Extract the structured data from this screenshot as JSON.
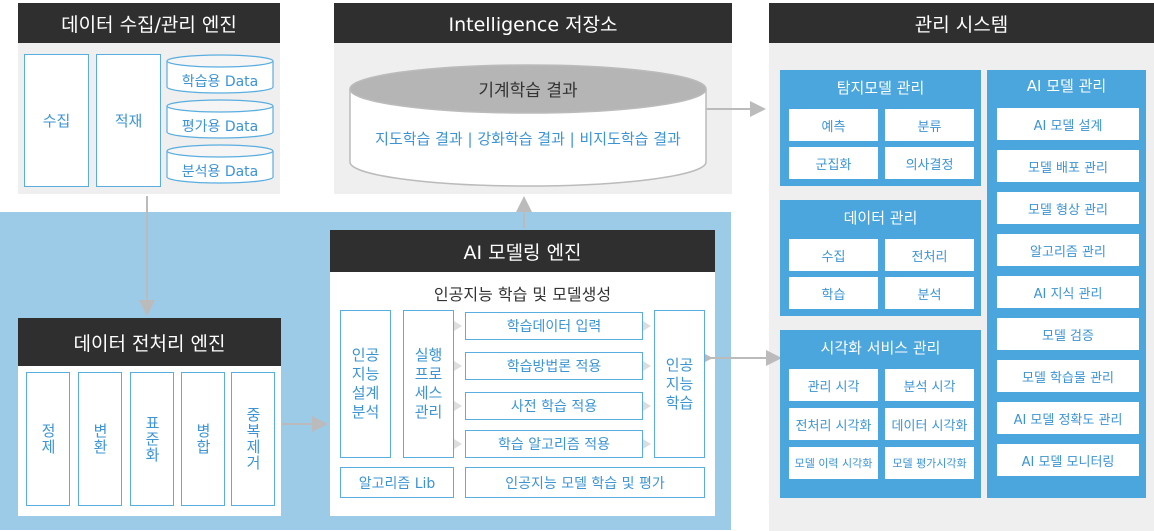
{
  "collect_engine": {
    "title": "데이터 수집/관리 엔진",
    "collect": "수집",
    "load": "적재",
    "datasets": [
      "학습용 Data",
      "평가용 Data",
      "분석용 Data"
    ]
  },
  "storage": {
    "title": "Intelligence 저장소",
    "cylinder_top": "기계학습 결과",
    "cylinder_body": "지도학습 결과 | 강화학습 결과 | 비지도학습 결과"
  },
  "management": {
    "title": "관리 시스템",
    "detect": {
      "title": "탐지모델 관리",
      "items": [
        "예측",
        "분류",
        "군집화",
        "의사결정"
      ]
    },
    "data_mgmt": {
      "title": "데이터 관리",
      "items": [
        "수집",
        "전처리",
        "학습",
        "분석"
      ]
    },
    "viz": {
      "title": "시각화 서비스 관리",
      "items": [
        "관리 시각",
        "분석 시각",
        "전처리 시각화",
        "데이터 시각화",
        "모델 이력 시각화",
        "모델 평가시각화"
      ]
    },
    "ai_model": {
      "title": "AI 모델 관리",
      "items": [
        "AI 모델 설계",
        "모델 배포 관리",
        "모델 형상 관리",
        "알고리즘 관리",
        "AI 지식 관리",
        "모델 검증",
        "모델 학습물 관리",
        "AI 모델 정확도 관리",
        "AI 모델 모니터링"
      ]
    }
  },
  "preprocess": {
    "title": "데이터 전처리 엔진",
    "items": [
      "정제",
      "변환",
      "표준화",
      "병합",
      "중복제거"
    ]
  },
  "modeling": {
    "title": "AI 모델링 엔진",
    "subtitle": "인공지능 학습 및 모델생성",
    "design": "인공지능설계분석",
    "process": "실행프로세스관리",
    "steps": [
      "학습데이터 입력",
      "학습방법론 적용",
      "사전 학습 적용",
      "학습 알고리즘 적용"
    ],
    "learn": "인공지능학습",
    "lib": "알고리즘 Lib",
    "eval": "인공지능 모델 학습 및 평가"
  },
  "colors": {
    "dark": "#2f2f2f",
    "panel_gray": "#efefef",
    "blue_zone": "#9ccbe8",
    "blue_panel": "#4aa6dc",
    "accent_text": "#3c94d4"
  }
}
